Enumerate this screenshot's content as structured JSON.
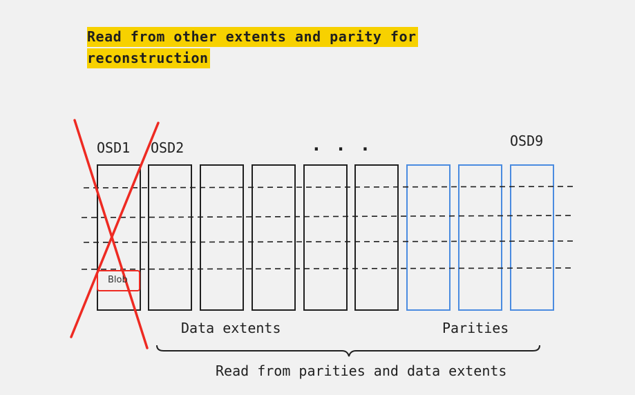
{
  "title": {
    "line1": "Read from other extents and parity for",
    "line2": "reconstruction"
  },
  "osd_labels": {
    "first": "OSD1",
    "second": "OSD2",
    "last": "OSD9"
  },
  "ellipsis": ". . .",
  "blob_label": "Blob",
  "group_labels": {
    "data": "Data extents",
    "parities": "Parities"
  },
  "brace_label": "Read from parities and data extents",
  "colors": {
    "highlight": "#f7d100",
    "data_box": "#1f1f1f",
    "parity_box": "#4a8be0",
    "failure": "#ee2a22",
    "blob_border": "#ee2a22"
  }
}
